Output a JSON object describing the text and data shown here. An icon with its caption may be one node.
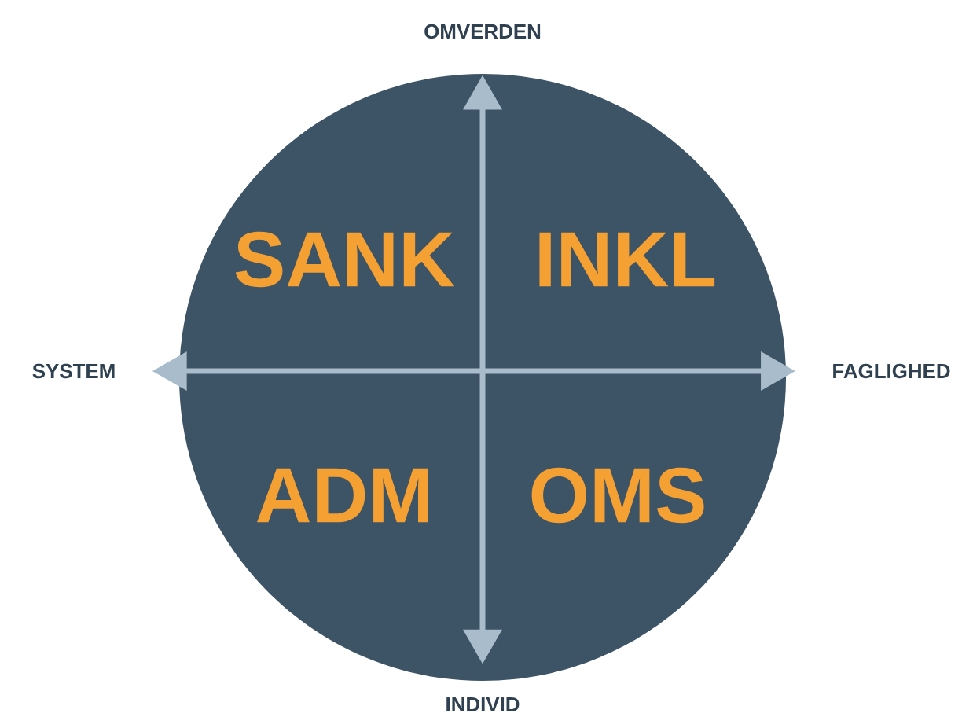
{
  "diagram": {
    "nodes": [
      {
        "text": [
          "OMVERDEN"
        ]
      },
      {
        "text": [],
        "shape": "circle"
      },
      {
        "text": [
          "SANK"
        ],
        "in": 1
      },
      {
        "text": [
          "INKL"
        ],
        "in": 1
      },
      {
        "text": [
          "SYSTEM"
        ]
      },
      {
        "text": [
          "FAGLIGHED"
        ]
      },
      {
        "text": [
          "ADM"
        ],
        "in": 1
      },
      {
        "text": [
          "OMS"
        ],
        "in": 1
      },
      {
        "text": [
          "INDIVID"
        ]
      }
    ],
    "edges": [
      {
        "from": 8,
        "to": 0,
        "arrow": "both"
      },
      {
        "from": 4,
        "to": 5,
        "arrow": "both"
      }
    ]
  }
}
